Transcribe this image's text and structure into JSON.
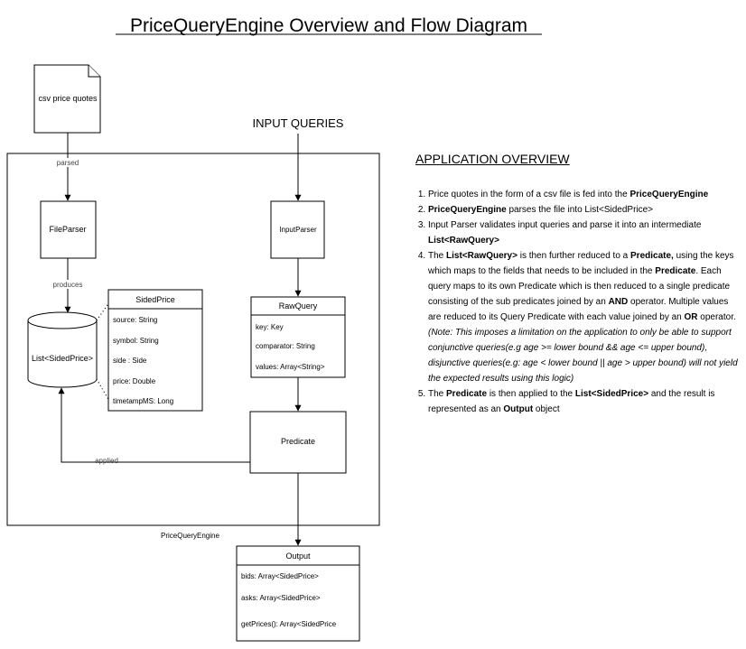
{
  "title": "PriceQueryEngine Overview and Flow Diagram",
  "input_queries_label": "INPUT QUERIES",
  "engine_label": "PriceQueryEngine",
  "nodes": {
    "csv_price_quotes": "csv price quotes",
    "file_parser": "FileParser",
    "input_parser": "InputParser",
    "list_sided_price": "List<SidedPrice>",
    "predicate": "Predicate"
  },
  "edge_labels": {
    "parsed": "parsed",
    "produces": "produces",
    "applied": "applied"
  },
  "classes": {
    "sided_price": {
      "name": "SidedPrice",
      "fields": [
        "source: String",
        "symbol: String",
        "side : Side",
        "price: Double",
        "timetampMS: Long"
      ]
    },
    "raw_query": {
      "name": "RawQuery",
      "fields": [
        "key: Key",
        "comparator: String",
        "values: Array<String>"
      ]
    },
    "output": {
      "name": "Output",
      "fields": [
        "bids: Array<SidedPrice>",
        "asks: Array<SidedPrice>",
        "getPrices(): Array<SidedPrice"
      ]
    }
  },
  "overview": {
    "heading": "APPLICATION OVERVIEW",
    "items": [
      [
        {
          "t": " Price quotes in the form of a csv file is fed into the "
        },
        {
          "t": "PriceQueryEngine",
          "b": true
        }
      ],
      [
        {
          "t": "PriceQueryEngine",
          "b": true
        },
        {
          "t": " parses the file into List<SidedPrice>"
        }
      ],
      [
        {
          "t": "Input Parser validates input queries and parse it into an intermediate "
        },
        {
          "t": "List<RawQuery>",
          "b": true
        }
      ],
      [
        {
          "t": "The "
        },
        {
          "t": "List<RawQuery>",
          "b": true
        },
        {
          "t": " is then further reduced to a "
        },
        {
          "t": "Predicate,",
          "b": true
        },
        {
          "t": " using the keys which maps to the fields that needs to be included in the "
        },
        {
          "t": "Predicate",
          "b": true
        },
        {
          "t": ". Each query maps to its own Predicate which is then reduced to a single predicate consisting of the sub predicates joined by an "
        },
        {
          "t": "AND",
          "b": true
        },
        {
          "t": " operator. Multiple values are reduced to its Query Predicate with each value joined by an "
        },
        {
          "t": "OR",
          "b": true
        },
        {
          "t": " operator. "
        },
        {
          "t": "(Note: This imposes a limitation on the application to only be able to support conjunctive queries(e.g age >= lower bound && age <= upper bound), disjunctive queries(e.g: age < lower bound || age > upper bound) will not yield the expected results using this logic)",
          "i": true
        }
      ],
      [
        {
          "t": "The "
        },
        {
          "t": "Predicate",
          "b": true
        },
        {
          "t": " is then applied to the "
        },
        {
          "t": "List<SidedPrice>",
          "b": true
        },
        {
          "t": " and the result is represented as an "
        },
        {
          "t": "Output",
          "b": true
        },
        {
          "t": " object"
        }
      ]
    ]
  }
}
